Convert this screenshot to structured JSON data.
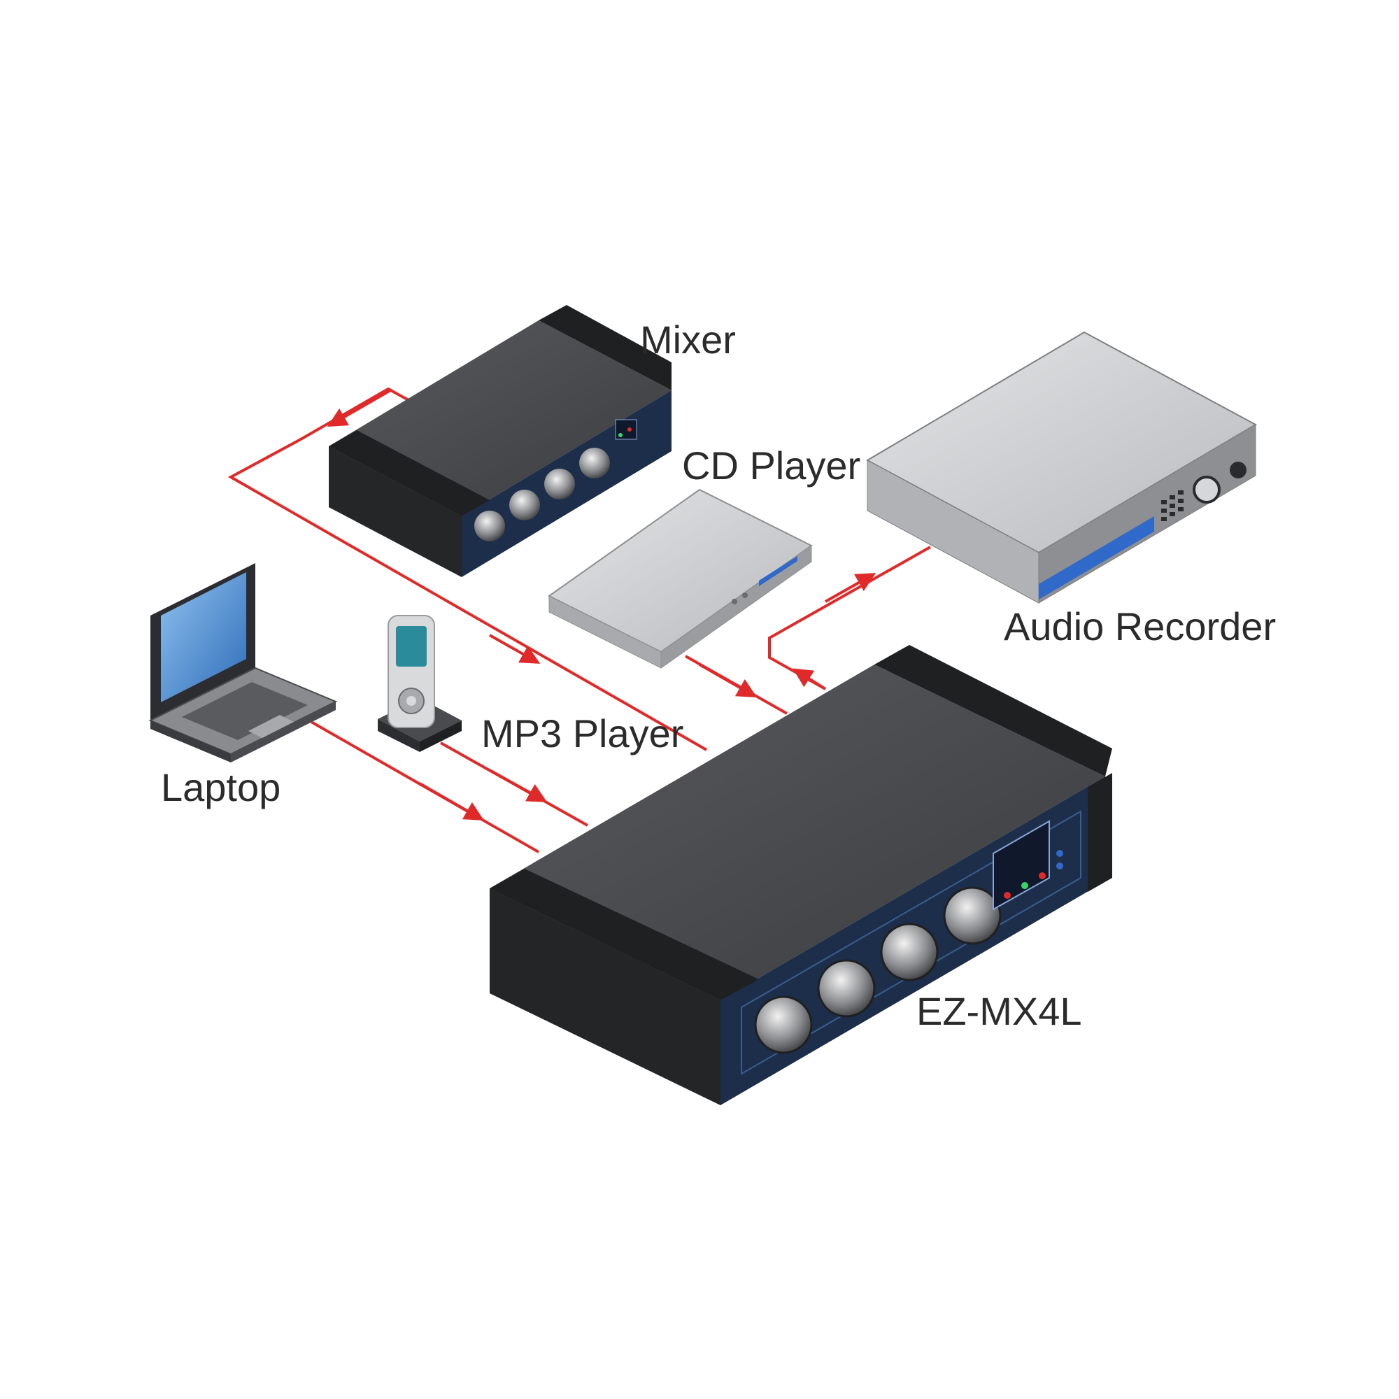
{
  "devices": {
    "mixer": {
      "label": "Mixer"
    },
    "cd_player": {
      "label": "CD Player"
    },
    "audio_recorder": {
      "label": "Audio Recorder"
    },
    "laptop": {
      "label": "Laptop"
    },
    "mp3_player": {
      "label": "MP3 Player"
    },
    "main_unit": {
      "label": "EZ-MX4L"
    }
  },
  "colors": {
    "signal": "#e02a2a",
    "device_dark": "#3f4043",
    "device_darker": "#1f2022",
    "panel_blue": "#1c2e4a",
    "accent_blue": "#2f69c9",
    "silver": "#c9cacc"
  },
  "icons": [
    "mixer-device-icon",
    "cd-player-icon",
    "audio-recorder-icon",
    "laptop-icon",
    "mp3-player-icon",
    "ez-mx4l-unit-icon",
    "signal-arrow-icon"
  ]
}
